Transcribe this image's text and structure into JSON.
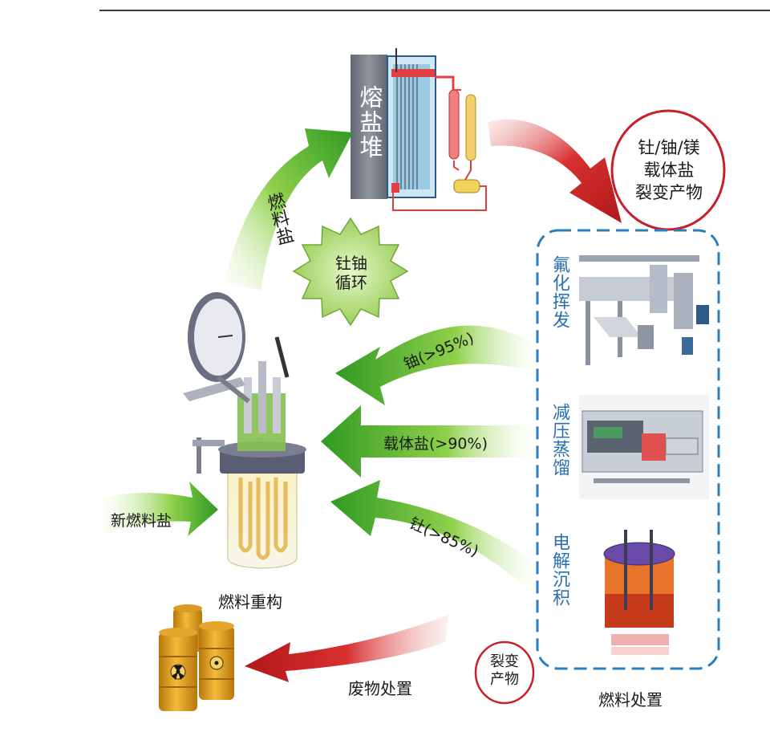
{
  "reactor_label": "熔盐堆",
  "fuel_salt_label": "燃料盐",
  "cycle_badge": "钍铀循环",
  "fission_products_circle": "钍/铀/镁载体盐裂变产物",
  "fission_line1": "钍/铀/镁",
  "fission_line2": "载体盐",
  "fission_line3": "裂变产物",
  "processes": [
    {
      "label": "氟化挥发"
    },
    {
      "label": "减压蒸馏"
    },
    {
      "label": "电解沉积"
    }
  ],
  "returns": [
    {
      "label": "铀(>95%)"
    },
    {
      "label": "载体盐(>90%)"
    },
    {
      "label": "钍(>85%)"
    }
  ],
  "new_fuel_salt": "新燃料盐",
  "fuel_rebuild": "燃料重构",
  "waste_disposal": "废物处置",
  "fission_small_1": "裂变",
  "fission_small_2": "产物",
  "fuel_disposal": "燃料处置",
  "colors": {
    "green_arrow": "#3aa52a",
    "red_arrow": "#c42020",
    "dashed_box": "#2a7fc0",
    "badge_fill": "#b9e08a",
    "barrel": "#e8a21a",
    "circle_border": "#c8202a"
  },
  "icons": [
    "molten-salt-reactor",
    "reactor-vessel",
    "radioactive-barrels",
    "fluorination-plant",
    "distillation-unit",
    "electrolysis-cell"
  ]
}
